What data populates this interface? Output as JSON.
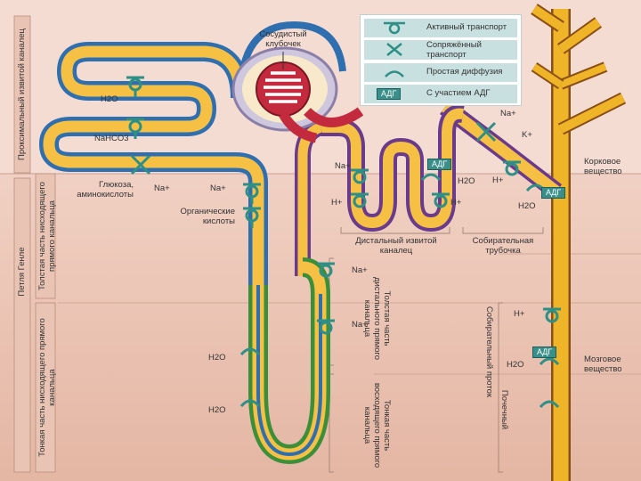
{
  "legend": {
    "active": "Активный транспорт",
    "coupled": "Сопряжённый транспорт",
    "diffusion": "Простая диффузия",
    "adh_tag": "АДГ",
    "adh": "С участием АДГ"
  },
  "labels": {
    "glomerulus": "Сосудистый клубочек",
    "h2o_top": "H2O",
    "nahco3": "NaHCO3",
    "glucose": "Глюкоза, аминокислоты",
    "na1": "Na+",
    "na2": "Na+",
    "organic": "Органические кислоты",
    "na_dct": "Na+",
    "h_dct": "H+",
    "adh_dct": "АДГ",
    "h2o_dct": "H2O",
    "h_dct2": "H+",
    "dct_name": "Дистальный извитой каналец",
    "collecting_name": "Собирательная трубочка",
    "na_cd": "Na+",
    "k_cd": "K+",
    "h_cd": "H+",
    "adh_cd": "АДГ",
    "h2o_cd": "H2O",
    "cortex": "Корковое вещество",
    "medulla": "Мозговое вещество",
    "na_thick1": "Na+",
    "na_thick2": "Na+",
    "h2o_thin1": "H2O",
    "h2o_thin2": "H2O",
    "h_duct": "H+",
    "adh_duct": "АДГ",
    "h2o_duct": "H2O",
    "left_pct": "Проксимальный извитой каналец",
    "left_thick_desc": "Толстая часть нисходящего прямого канальца",
    "loop_henle": "Петля Генле",
    "left_thin_desc": "Тонкая часть нисходящего прямого канальца",
    "thick_asc": "Толстая часть дистального прямого канальца",
    "thin_asc": "Тонкая часть восходящего прямого канальца",
    "duct_name": "Собирательный проток",
    "duct_name2": "Почечный"
  },
  "colors": {
    "tube_outer": "#2f6fb0",
    "tube_fill": "#f5c043",
    "loop_outer": "#3c8f3a",
    "dct_outer": "#6a3a8c",
    "duct": "#f0b429",
    "glomerulus": "#c42a3e",
    "transport": "#2e8f86",
    "background": "#edc8b9"
  }
}
